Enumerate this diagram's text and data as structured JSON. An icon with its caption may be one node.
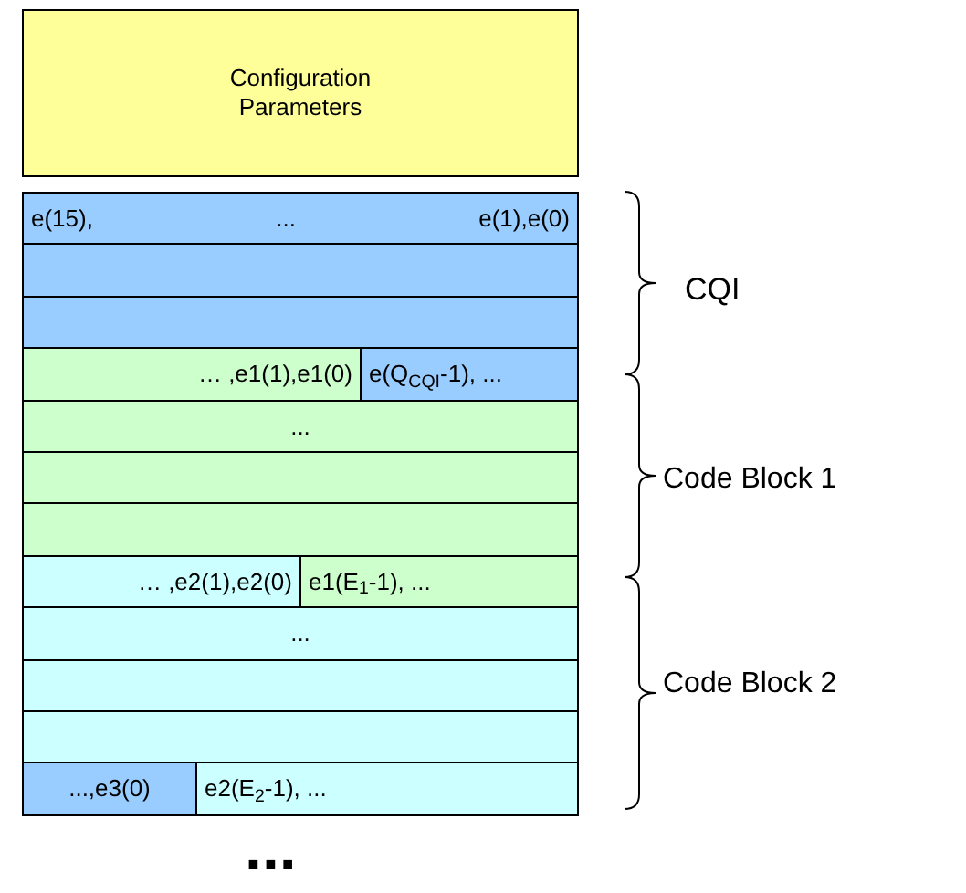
{
  "diagram": {
    "nodes": [
      {
        "text": [
          "Configuration Parameters"
        ]
      },
      {
        "text": [
          "e(15),",
          "...",
          "e(1),e(0)"
        ]
      },
      {
        "text": [],
        "shape": "bar"
      },
      {
        "text": [],
        "shape": "bar"
      },
      {
        "text": [
          "… ,e1(1),e1(0)"
        ]
      },
      {
        "text": [
          "e(Q$_{CQI}$-1), ..."
        ]
      },
      {
        "text": [
          "..."
        ]
      },
      {
        "text": [],
        "shape": "bar"
      },
      {
        "text": [],
        "shape": "bar"
      },
      {
        "text": [
          "… ,e2(1),e2(0)"
        ]
      },
      {
        "text": [
          "e1(E$_{1}$-1), ..."
        ]
      },
      {
        "text": [
          "..."
        ]
      },
      {
        "text": [],
        "shape": "bar"
      },
      {
        "text": [],
        "shape": "bar"
      },
      {
        "text": [
          "...,e3(0)"
        ]
      },
      {
        "text": [
          "e2(E$_{2}$-1), ..."
        ]
      }
    ],
    "labels": [
      "CQI",
      "Code Block 1",
      "Code Block 2",
      "..."
    ]
  }
}
